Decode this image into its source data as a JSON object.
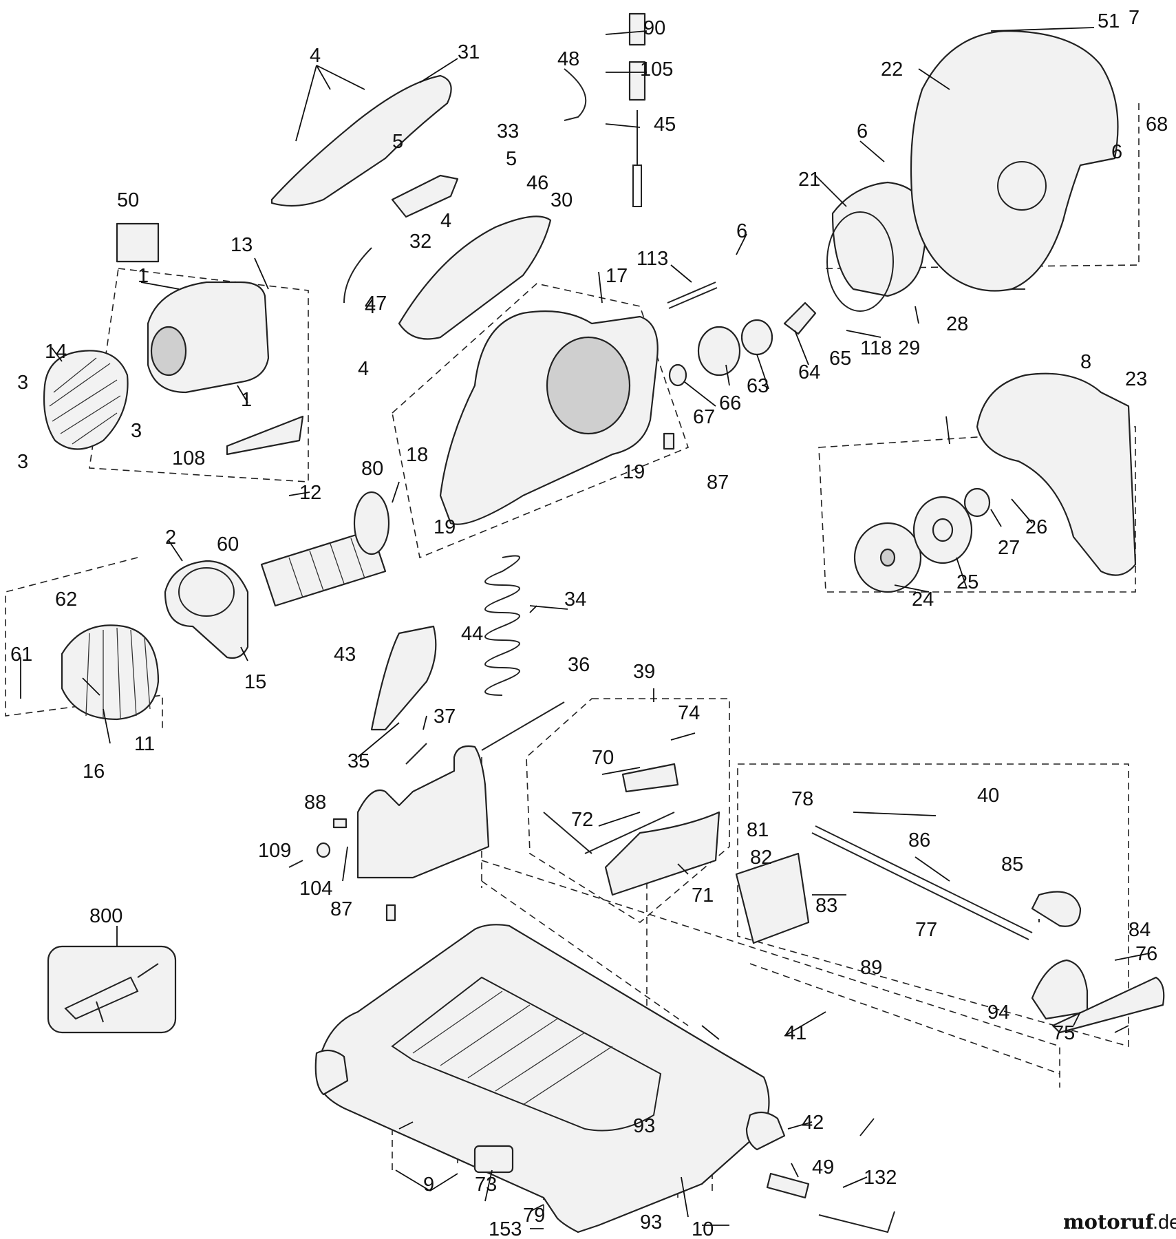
{
  "diagram": {
    "labels": [
      "1",
      "1",
      "2",
      "3",
      "3",
      "3",
      "4",
      "4",
      "4",
      "4",
      "5",
      "5",
      "6",
      "6",
      "6",
      "7",
      "8",
      "9",
      "10",
      "11",
      "12",
      "13",
      "14",
      "15",
      "16",
      "17",
      "18",
      "19",
      "19",
      "21",
      "22",
      "23",
      "24",
      "25",
      "26",
      "27",
      "28",
      "29",
      "30",
      "31",
      "32",
      "33",
      "34",
      "35",
      "36",
      "37",
      "39",
      "40",
      "41",
      "42",
      "43",
      "44",
      "45",
      "46",
      "47",
      "48",
      "49",
      "50",
      "51",
      "60",
      "61",
      "62",
      "63",
      "64",
      "65",
      "66",
      "67",
      "68",
      "70",
      "71",
      "72",
      "73",
      "74",
      "75",
      "76",
      "77",
      "78",
      "79",
      "80",
      "81",
      "82",
      "83",
      "84",
      "85",
      "86",
      "87",
      "87",
      "88",
      "89",
      "90",
      "93",
      "93",
      "94",
      "104",
      "105",
      "108",
      "109",
      "113",
      "118",
      "132",
      "153",
      "800"
    ]
  },
  "watermark": {
    "brand": "motoruf",
    "tld": ".de"
  }
}
